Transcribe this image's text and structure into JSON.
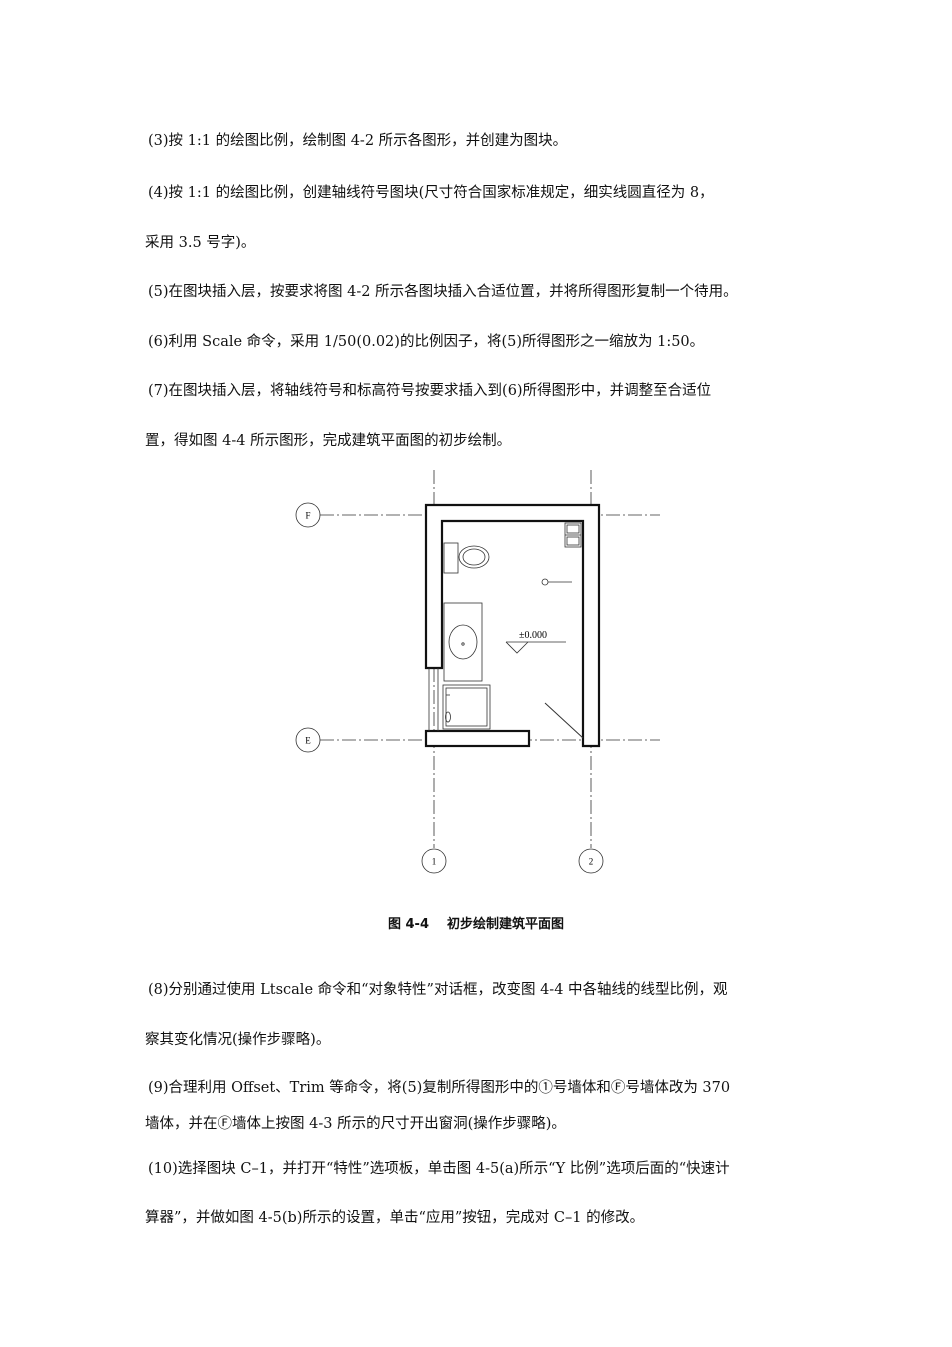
{
  "paragraphs": {
    "p3": "(3)按 1:1 的绘图比例，绘制图 4-2 所示各图形，并创建为图块。",
    "p4_line1": "(4)按 1:1 的绘图比例，创建轴线符号图块(尺寸符合国家标准规定，细实线圆直径为 8，",
    "p4_line2": "采用 3.5 号字)。",
    "p5": "(5)在图块插入层，按要求将图 4-2 所示各图块插入合适位置，并将所得图形复制一个待用。",
    "p6": "(6)利用 Scale 命令，采用 1/50(0.02)的比例因子，将(5)所得图形之一缩放为 1:50。",
    "p7_line1": "(7)在图块插入层，将轴线符号和标高符号按要求插入到(6)所得图形中，并调整至合适位",
    "p7_line2": "置，得如图 4-4 所示图形，完成建筑平面图的初步绘制。",
    "p8_line1": "(8)分别通过使用 Ltscale 命令和“对象特性”对话框，改变图 4-4 中各轴线的线型比例，观",
    "p8_line2": "察其变化情况(操作步骤略)。",
    "p9_line1": "(9)合理利用 Offset、Trim 等命令，将(5)复制所得图形中的①号墙体和Ⓕ号墙体改为 370",
    "p9_line2": "墙体，并在Ⓕ墙体上按图 4-3 所示的尺寸开出窗洞(操作步骤略)。",
    "p10_line1": "(10)选择图块 C–1，并打开“特性”选项板，单击图 4-5(a)所示“Y 比例”选项后面的“快速计",
    "p10_line2": "算器”，并做如图 4-5(b)所示的设置，单击“应用”按钮，完成对 C–1 的修改。"
  },
  "figure": {
    "caption_number": "图 4-4",
    "caption_title": "初步绘制建筑平面图",
    "axis_labels": {
      "F": "F",
      "E": "E",
      "one": "1",
      "two": "2"
    },
    "elevation": "±0.000"
  }
}
